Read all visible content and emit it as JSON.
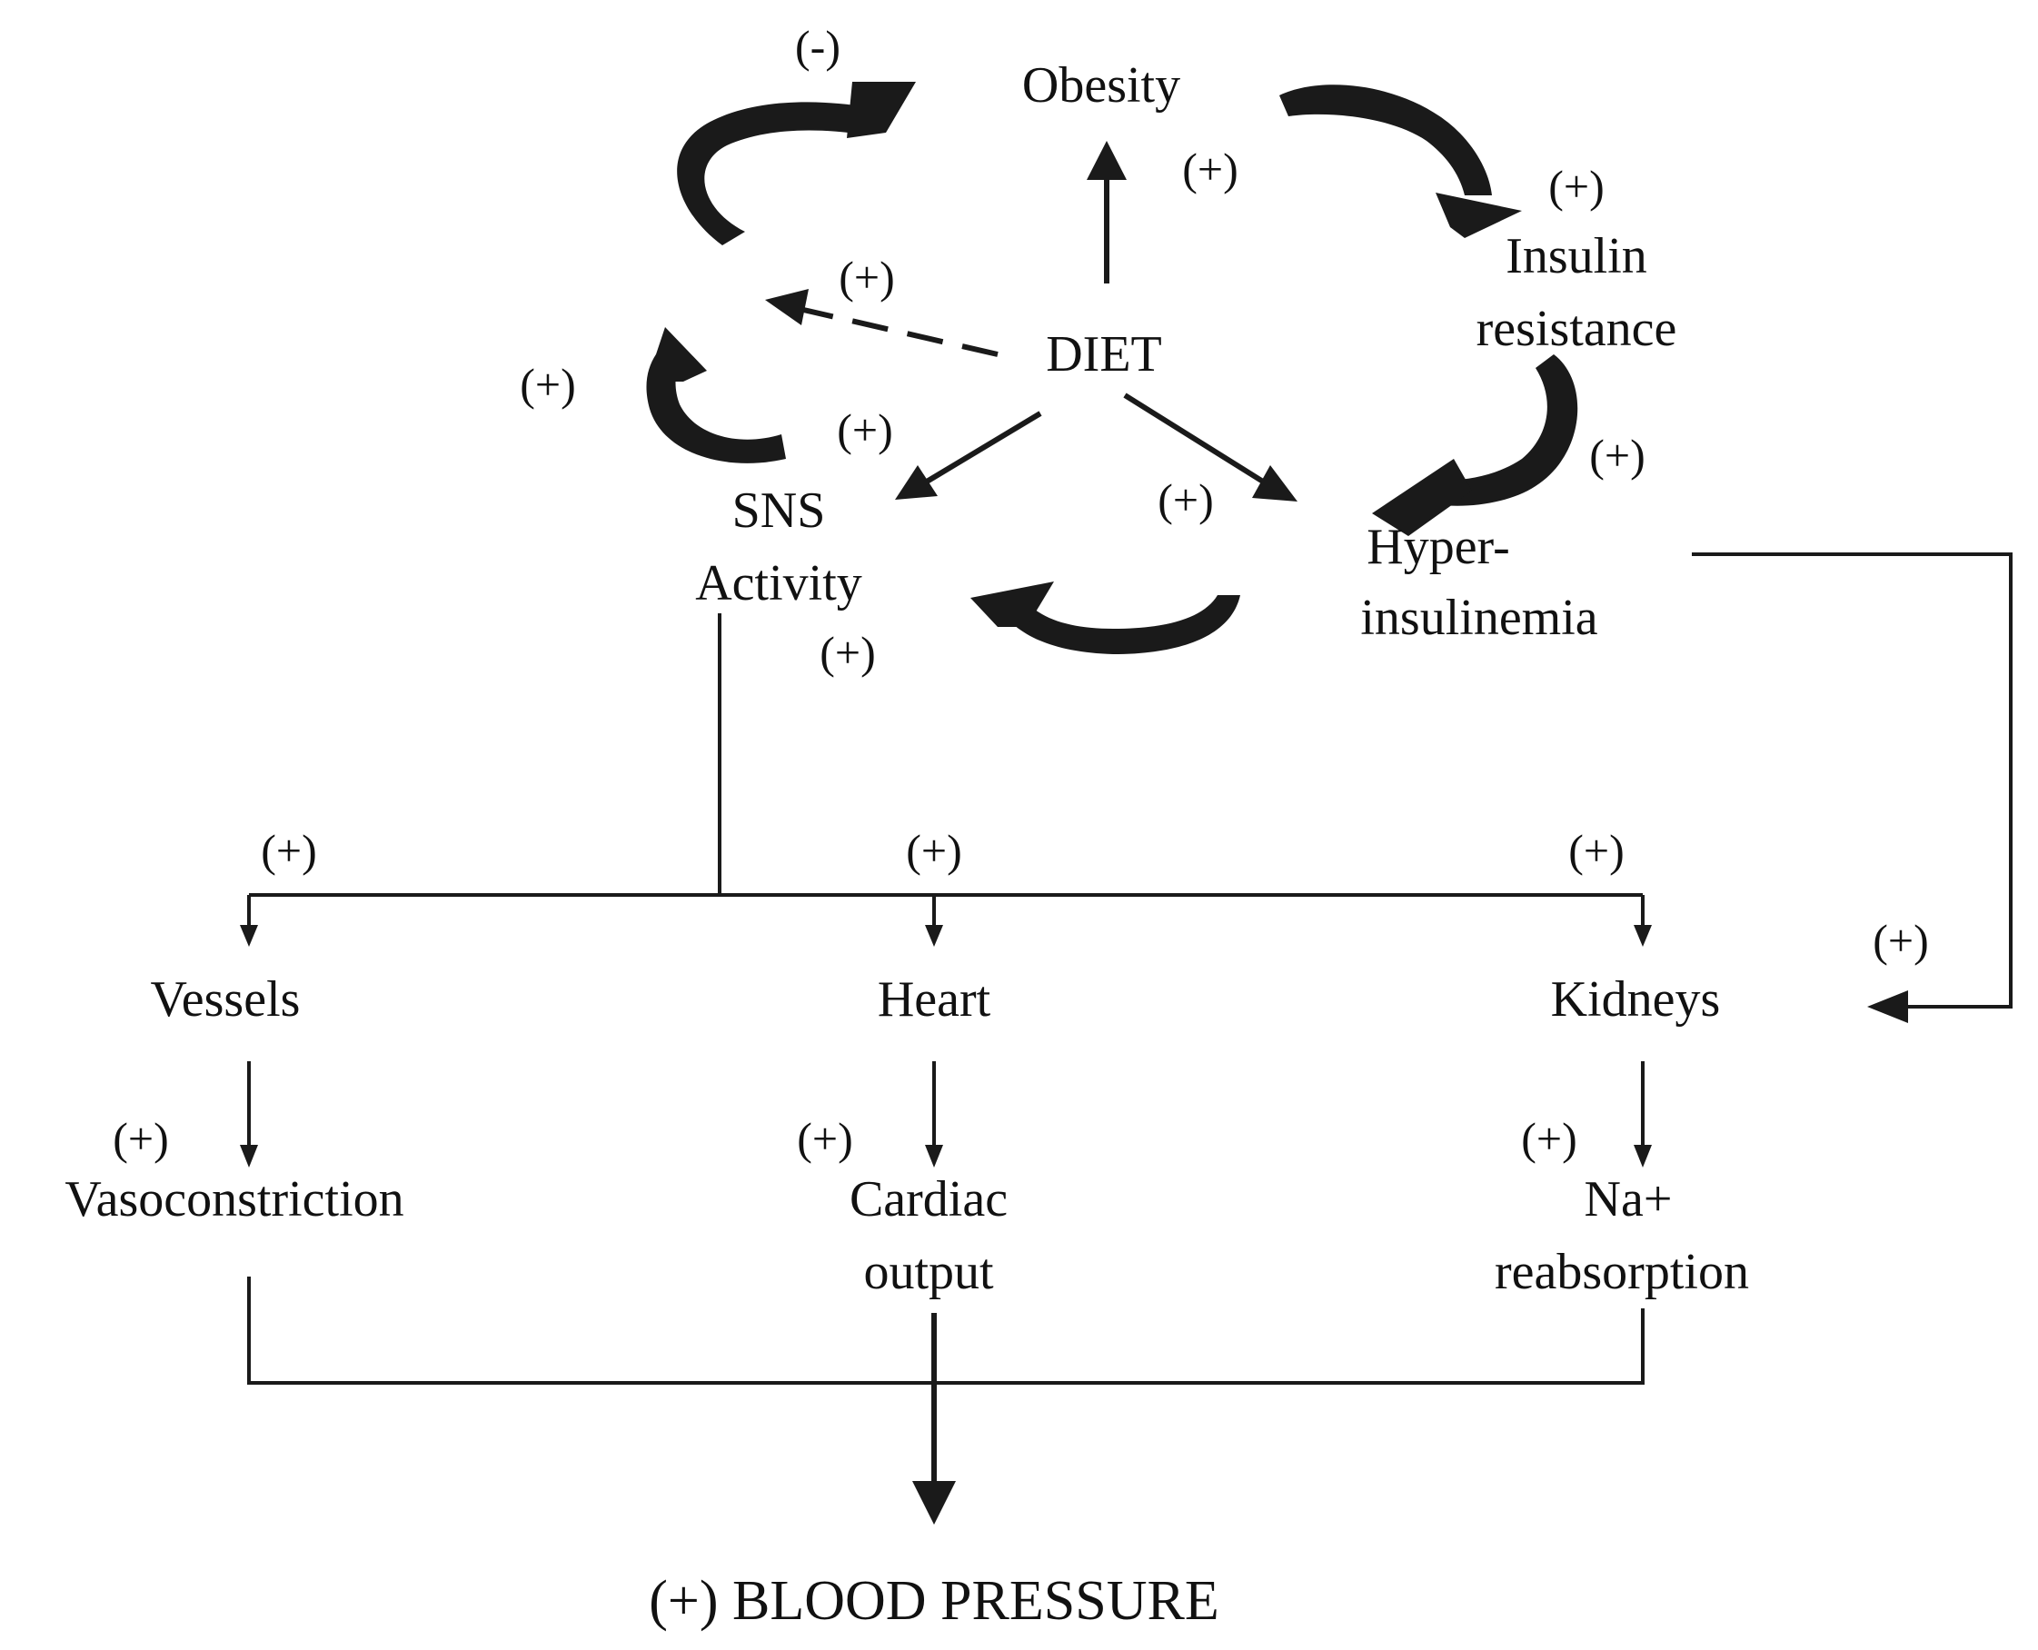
{
  "nodes": {
    "obesity": "Obesity",
    "insulin_1": "Insulin",
    "insulin_2": "resistance",
    "diet": "DIET",
    "sns_1": "SNS",
    "sns_2": "Activity",
    "hyper_1": "Hyper-",
    "hyper_2": "insulinemia",
    "vessels": "Vessels",
    "heart": "Heart",
    "kidneys": "Kidneys",
    "vaso": "Vasoconstriction",
    "cardiac_1": "Cardiac",
    "cardiac_2": "output",
    "na_1": "Na+",
    "na_2": "reabsorption",
    "blood_pressure": "(+) BLOOD PRESSURE"
  },
  "signs": {
    "top_loop": "(-)",
    "diet_obesity": "(+)",
    "obesity_insulin": "(+)",
    "diet_dashed": "(+)",
    "left_loop": "(+)",
    "diet_sns": "(+)",
    "insulin_hyper": "(+)",
    "diet_hyper": "(+)",
    "bottom_loop": "(+)",
    "to_vessels": "(+)",
    "to_heart": "(+)",
    "to_kidneys": "(+)",
    "hyper_kidneys": "(+)",
    "vaso": "(+)",
    "cardiac": "(+)",
    "na": "(+)"
  }
}
